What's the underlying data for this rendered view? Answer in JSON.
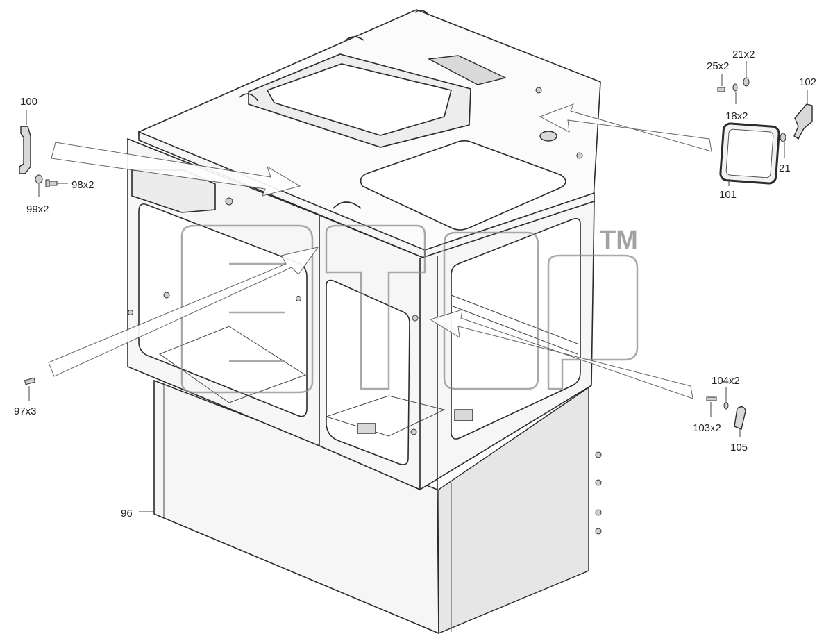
{
  "callouts": {
    "p100": "100",
    "p98": "98x2",
    "p99": "99x2",
    "p97": "97x3",
    "p96": "96",
    "p25": "25x2",
    "p21x2": "21x2",
    "p18": "18x2",
    "p102": "102",
    "p21": "21",
    "p101": "101",
    "p104": "104x2",
    "p103": "103x2",
    "p105": "105"
  },
  "watermark": {
    "mark": "TM"
  }
}
